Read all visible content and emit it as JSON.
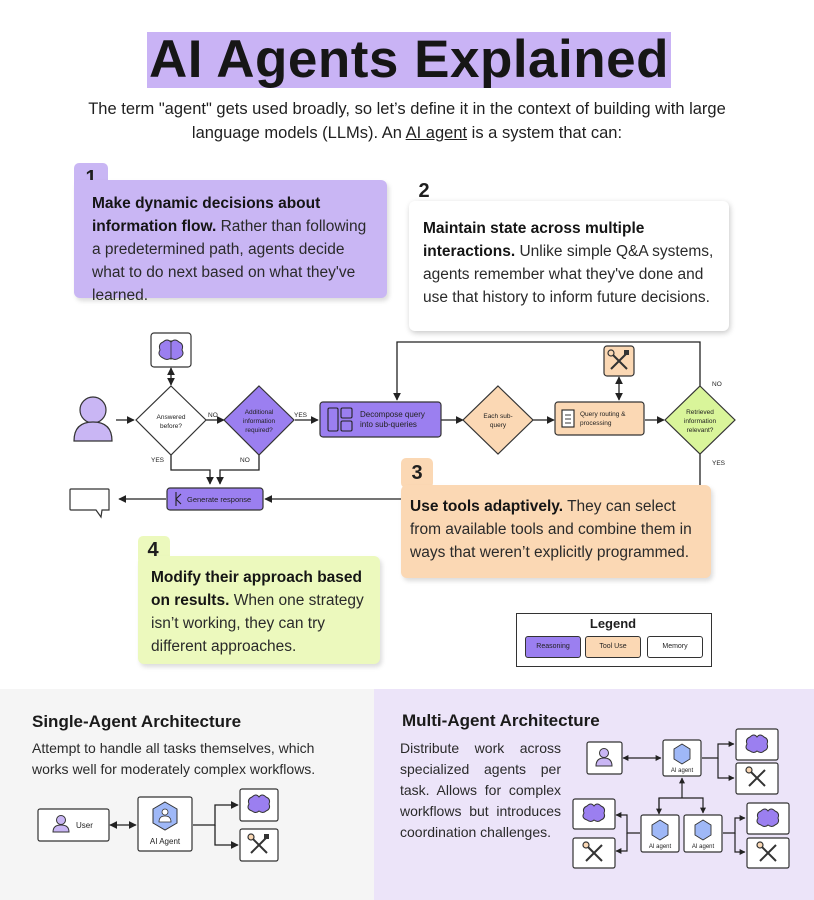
{
  "title": "AI Agents Explained",
  "intro": {
    "before": "The term \"agent\" gets used broadly, so let’s define it in the context of building with large language models (LLMs). An ",
    "link": "AI agent",
    "after": " is a system that can:"
  },
  "cards": [
    {
      "number": "1",
      "bold": "Make dynamic decisions about information flow.",
      "text": " Rather than following a predetermined path, agents decide what to do next based on what they've learned."
    },
    {
      "number": "2",
      "bold": "Maintain state across multiple interactions.",
      "text": " Unlike simple Q&A systems, agents remember what they've done and use that history to inform future decisions."
    },
    {
      "number": "3",
      "bold": "Use tools adaptively.",
      "text": " They can select from available tools and combine them in ways that weren’t explicitly programmed."
    },
    {
      "number": "4",
      "bold": "Modify their approach based on results.",
      "text": " When one strategy isn’t working, they can try different approaches."
    }
  ],
  "flow": {
    "answered_before": [
      "Answered",
      "before?"
    ],
    "additional_info": [
      "Additional",
      "information",
      "required?"
    ],
    "decompose": [
      "Decompose query",
      "into sub-queries"
    ],
    "each_sub": [
      "Each sub-",
      "query"
    ],
    "routing": [
      "Query routing &",
      "processing"
    ],
    "retrieved": [
      "Retrieved",
      "information",
      "relevant?"
    ],
    "generate": "Generate response",
    "no": "NO",
    "yes": "YES"
  },
  "legend": {
    "title": "Legend",
    "items": [
      "Reasoning",
      "Tool Use",
      "Memory"
    ]
  },
  "single": {
    "title": "Single-Agent Architecture",
    "desc": "Attempt to handle all tasks themselves, which works well for moderately complex workflows.",
    "user": "User",
    "agent": "AI Agent"
  },
  "multi": {
    "title": "Multi-Agent Architecture",
    "desc": "Distribute work across specialized agents per task. Allows for complex workflows but introduces coordination challenges.",
    "agent": "AI agent"
  },
  "colors": {
    "title_highlight": "#c9b3f5",
    "reasoning": "#9b7ff0",
    "tool_use": "#fbd8b4",
    "memory": "#ffffff",
    "decision_yellow": "#d9f59a"
  },
  "icons": [
    "brain-icon",
    "tools-icon",
    "user-icon",
    "chat-bubble-icon",
    "hexagon-agent-icon",
    "decompose-icon",
    "document-icon",
    "fork-icon"
  ]
}
